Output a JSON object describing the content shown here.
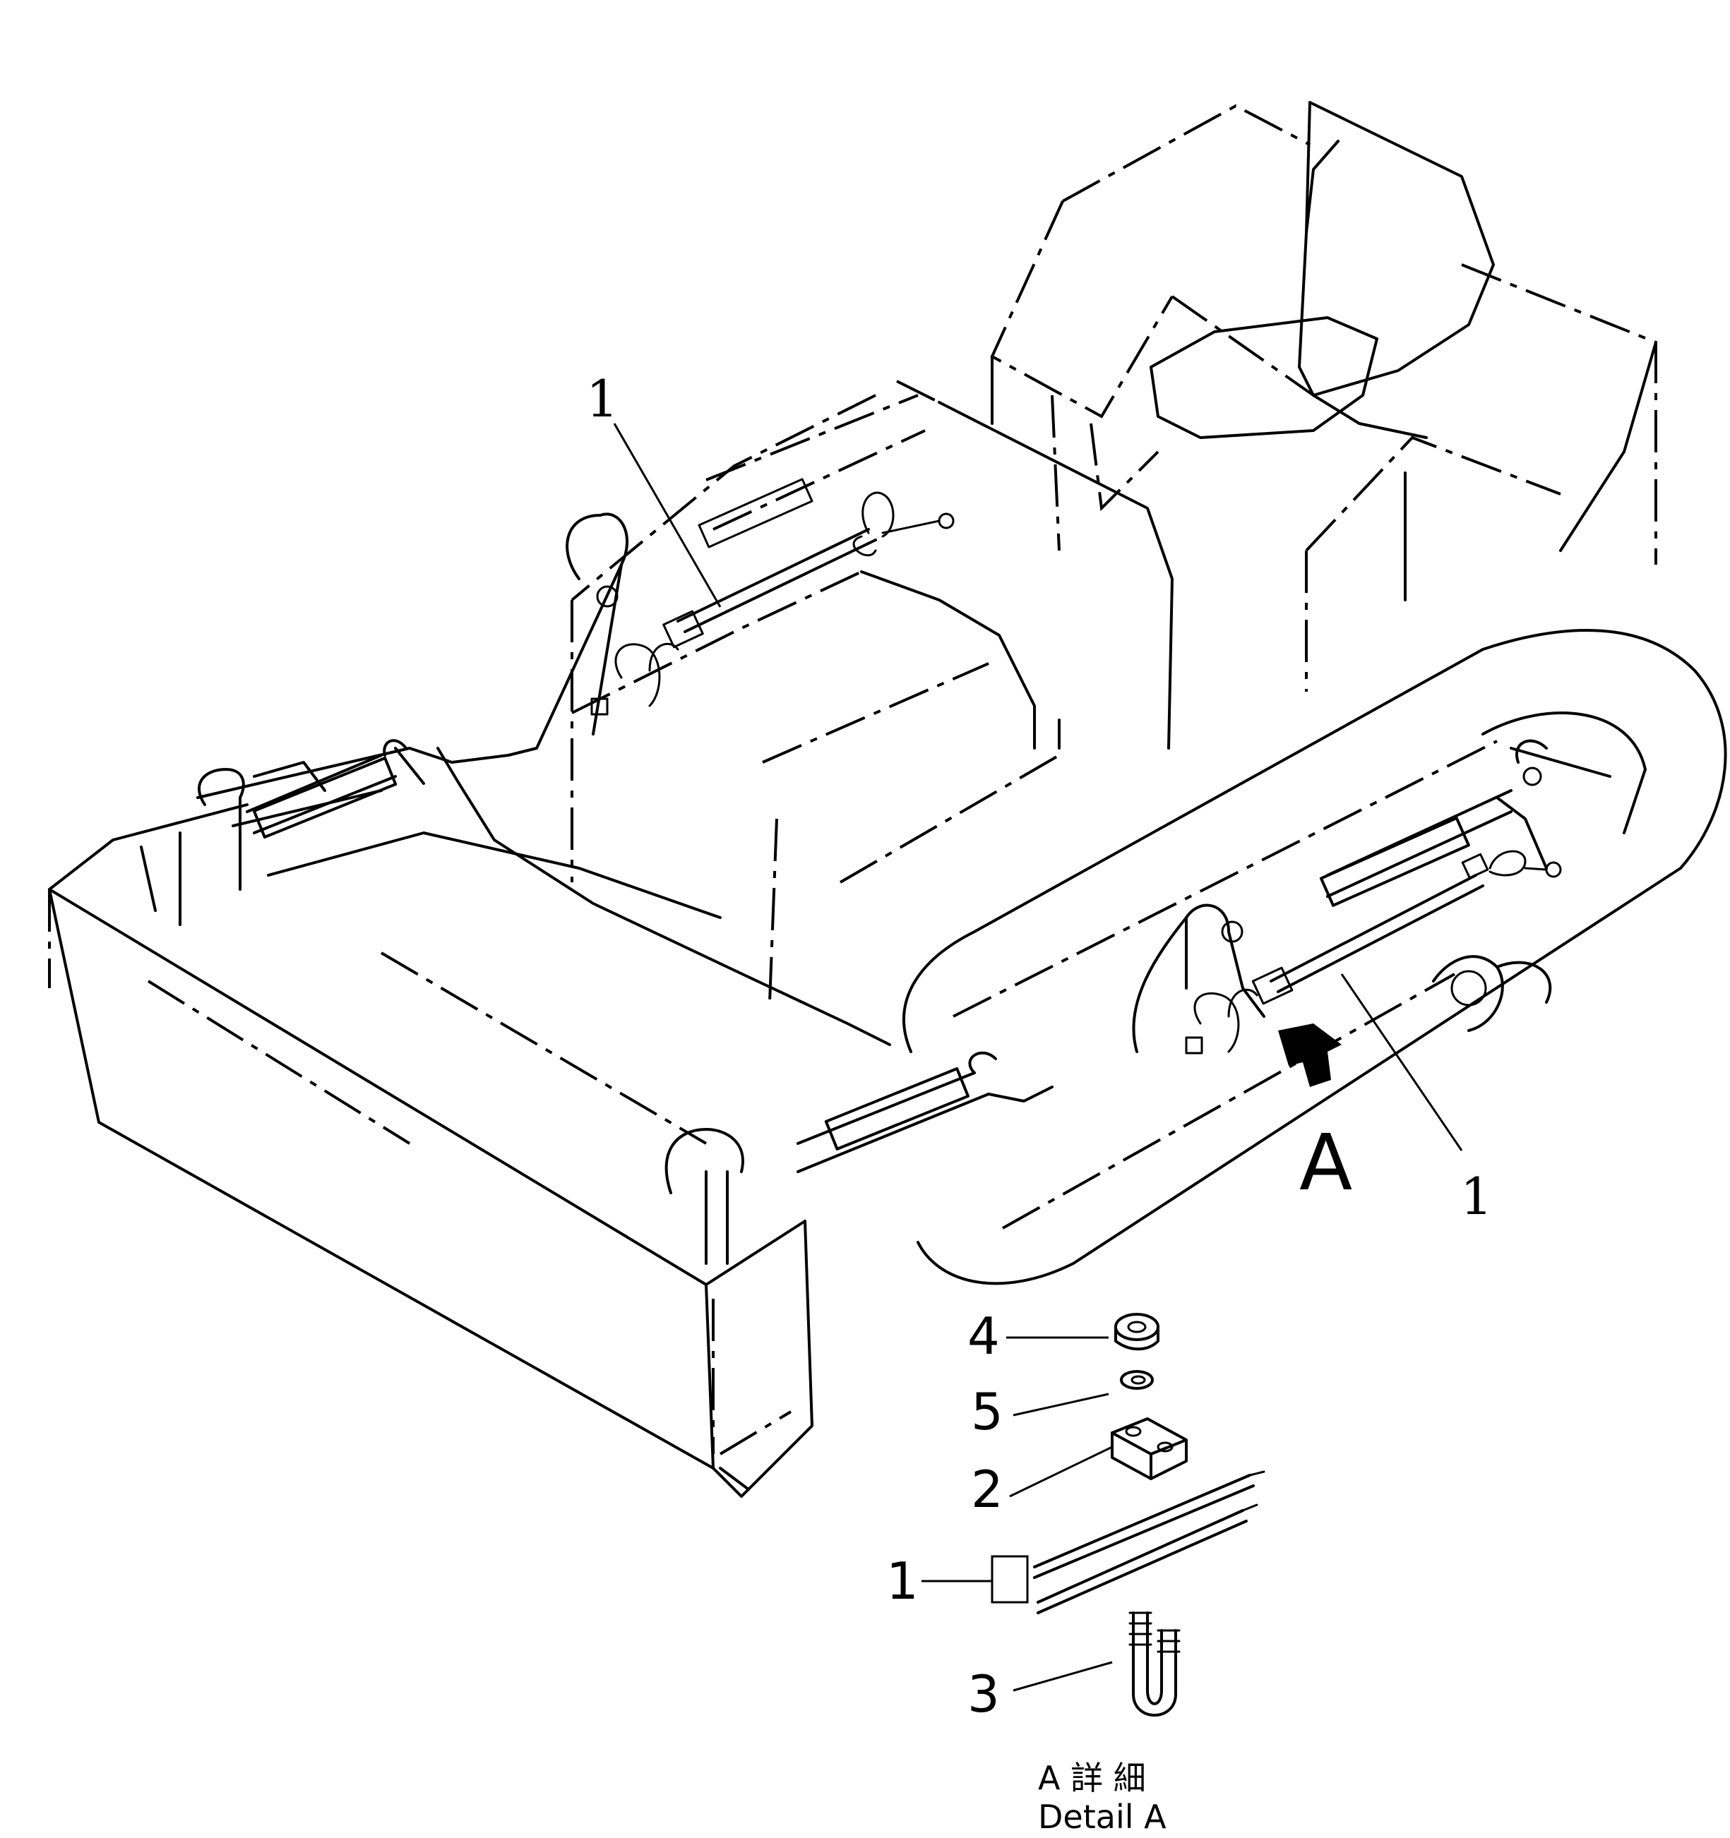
{
  "callouts": {
    "upper_left_1": "1",
    "right_1": "1",
    "detail_4": "4",
    "detail_5": "5",
    "detail_2": "2",
    "detail_1": "1",
    "detail_3": "3"
  },
  "view_label": "A",
  "caption": {
    "line1": "A 詳 細",
    "line2": "Detail A"
  }
}
